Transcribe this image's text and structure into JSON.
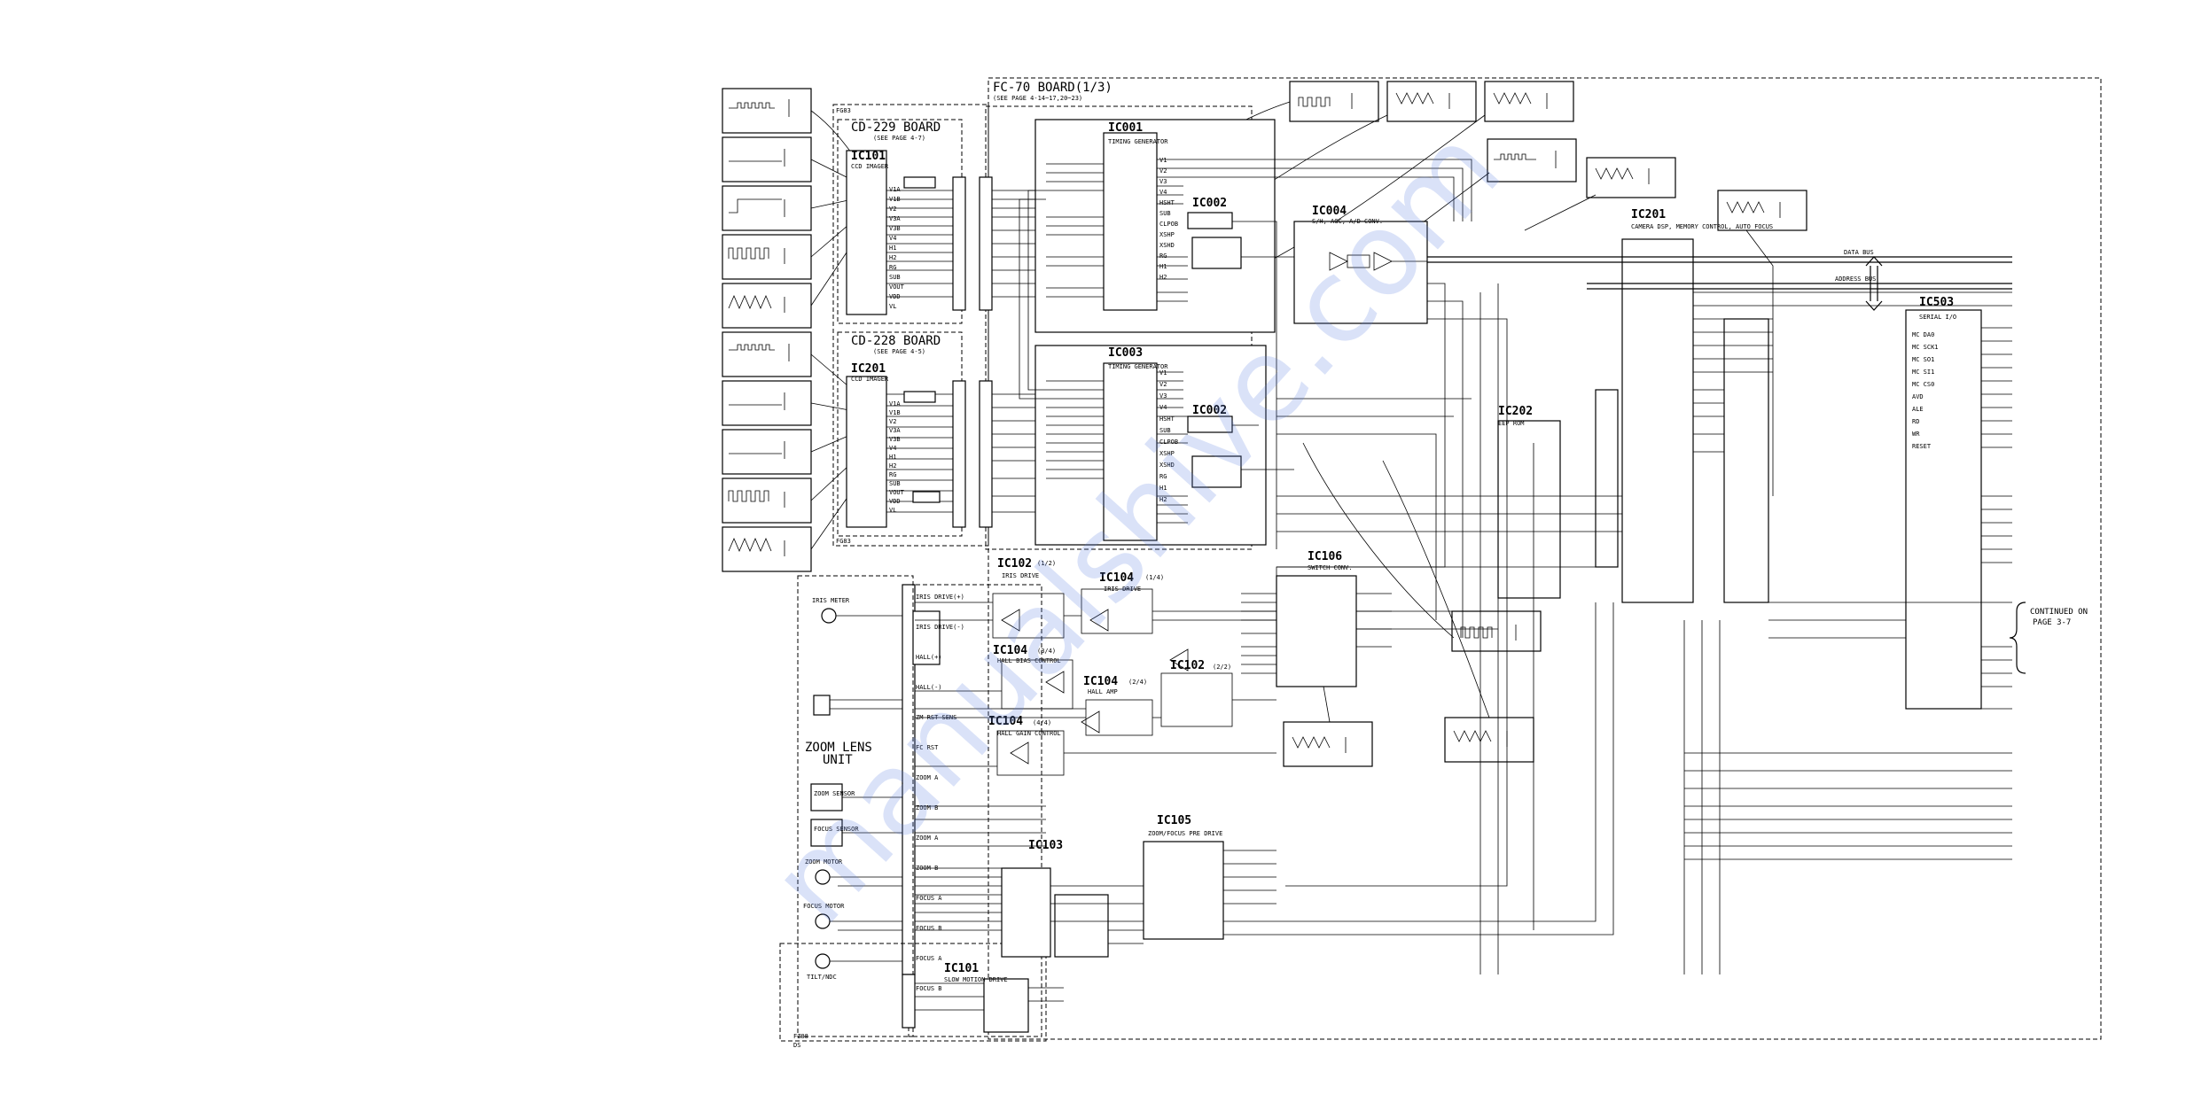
{
  "boards": {
    "fc70": {
      "title": "FC-70 BOARD(1/3)",
      "ref": "(SEE PAGE 4-14~17,20~23)"
    },
    "cd229": {
      "title": "CD-229 BOARD",
      "ref": "(SEE PAGE 4-7)",
      "frame": "FG83"
    },
    "cd228": {
      "title": "CD-228 BOARD",
      "ref": "(SEE PAGE 4-5)",
      "frame": "FG83"
    },
    "zoom_frame": "FZ88",
    "bottom_mark": "DS"
  },
  "ics": {
    "ic101_cd229": {
      "label": "IC101",
      "desc": "CCD IMAGER"
    },
    "ic201_cd228": {
      "label": "IC201",
      "desc": "CCD IMAGER"
    },
    "ic001": {
      "label": "IC001",
      "desc": "TIMING GENERATOR"
    },
    "ic002a": {
      "label": "IC002",
      "desc": ""
    },
    "ic003": {
      "label": "IC003",
      "desc": "TIMING GENERATOR"
    },
    "ic002b": {
      "label": "IC002",
      "desc": ""
    },
    "ic004": {
      "label": "IC004",
      "desc": "S/H, AGC, A/D CONV."
    },
    "ic201_main": {
      "label": "IC201",
      "desc": "CAMERA DSP, MEMORY CONTROL, AUTO FOCUS"
    },
    "ic202": {
      "label": "IC202",
      "desc": "EEP ROM"
    },
    "ic503": {
      "label": "IC503",
      "desc": "SERIAL I/O"
    },
    "ic106": {
      "label": "IC106",
      "desc": "SWITCH CONV."
    },
    "ic102a": {
      "label": "IC102",
      "part": "(1/2)",
      "desc": "IRIS DRIVE"
    },
    "ic104a": {
      "label": "IC104",
      "part": "(1/4)",
      "desc": "IRIS DRIVE"
    },
    "ic104b": {
      "label": "IC104",
      "part": "(3/4)",
      "desc": "HALL BIAS CONTROL"
    },
    "ic104c": {
      "label": "IC104",
      "part": "(2/4)",
      "desc": "HALL AMP"
    },
    "ic102b": {
      "label": "IC102",
      "part": "(2/2)",
      "desc": ""
    },
    "ic104d": {
      "label": "IC104",
      "part": "(4/4)",
      "desc": "HALL GAIN CONTROL"
    },
    "ic105": {
      "label": "IC105",
      "desc": "ZOOM/FOCUS PRE DRIVE"
    },
    "ic103": {
      "label": "IC103",
      "desc": ""
    },
    "ic101_main": {
      "label": "IC101",
      "desc": "SLOW MOTION DRIVE"
    }
  },
  "zoom_unit": {
    "title1": "ZOOM LENS",
    "title2": "UNIT",
    "iris_meter": "IRIS METER",
    "zoom_sensor": "ZOOM SENSOR",
    "focus_sensor": "FOCUS SENSOR",
    "zoom_motor": "ZOOM MOTOR",
    "focus_motor": "FOCUS MOTOR",
    "tilt_ndc": "TILT/NDC"
  },
  "continued": {
    "line1": "CONTINUED ON",
    "line2": "PAGE 3-7"
  },
  "bus": {
    "data": "DATA BUS",
    "address": "ADDRESS BUS"
  },
  "pins": {
    "ccd_in": [
      "V1A",
      "V1B",
      "V2",
      "V3A",
      "V3B",
      "V4",
      "H1",
      "H2",
      "RG",
      "SUB",
      "VOUT",
      "VDD",
      "VL"
    ],
    "tg_out": [
      "V1",
      "V2",
      "V3",
      "V4",
      "HSHT",
      "SUB",
      "CLPOB",
      "XSHP",
      "XSHD",
      "RG",
      "H1",
      "H2"
    ],
    "dsp_right": [
      "MC DA0",
      "MC SCK1",
      "MC SO1",
      "MC SI1",
      "MC CS0",
      "AVD",
      "ALE",
      "RD",
      "WR",
      "RESET"
    ],
    "left_conn": [
      "IRIS DRIVE(+)",
      "IRIS DRIVE(-)",
      "HALL(+)",
      "HALL(-)",
      "ZM RST SENS",
      "FC RST",
      "ZOOM A",
      "ZOOM B",
      "ZOOM A",
      "ZOOM B",
      "FOCUS A",
      "FOCUS B",
      "FOCUS A",
      "FOCUS B"
    ]
  },
  "wm_text": "manualshive.com"
}
